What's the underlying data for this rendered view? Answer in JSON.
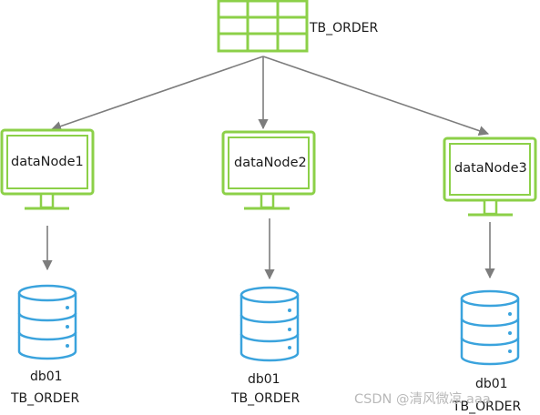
{
  "table": {
    "label": "TB_ORDER",
    "icon": "table-grid-icon"
  },
  "nodes": [
    {
      "label": "dataNode1",
      "db_name": "db01",
      "table_name": "TB_ORDER"
    },
    {
      "label": "dataNode2",
      "db_name": "db01",
      "table_name": "TB_ORDER"
    },
    {
      "label": "dataNode3",
      "db_name": "db01",
      "table_name": "TB_ORDER"
    }
  ],
  "watermark": "CSDN @清风微凉 aaa",
  "colors": {
    "green": "#8cd048",
    "blue": "#3aa3dd",
    "arrow": "#7d7d7d"
  }
}
